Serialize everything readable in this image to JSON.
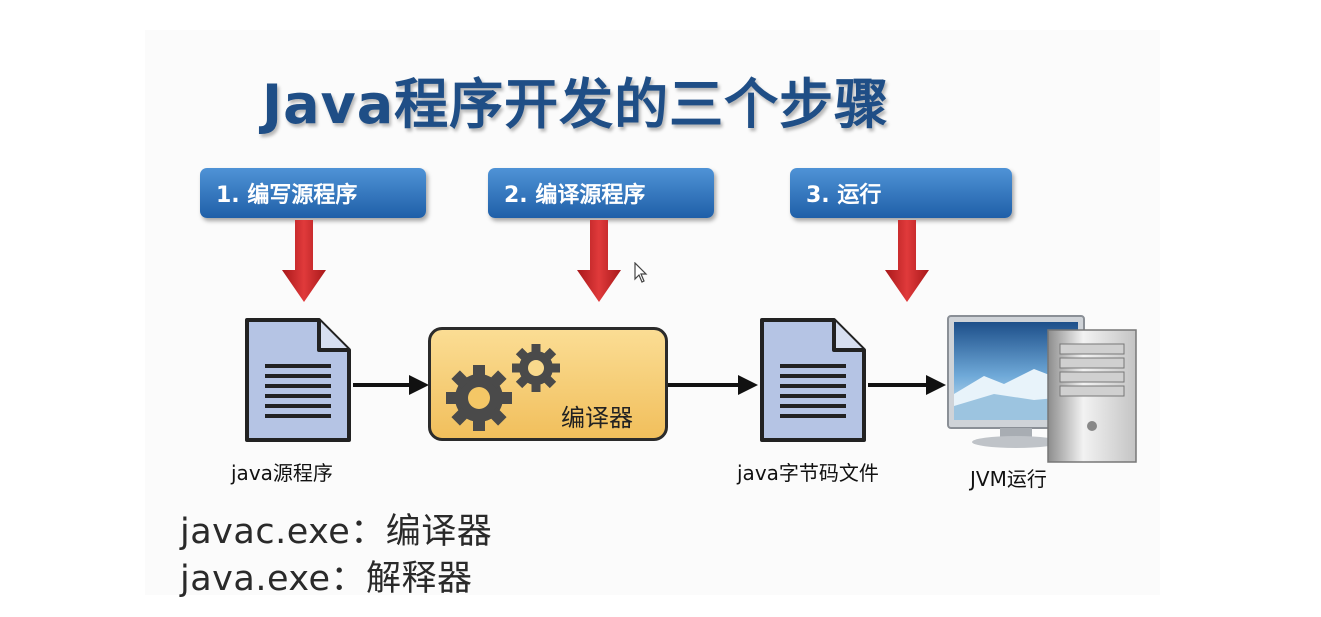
{
  "title": "Java程序开发的三个步骤",
  "steps": [
    {
      "label": "1. 编写源程序"
    },
    {
      "label": "2. 编译源程序"
    },
    {
      "label": "3. 运行"
    }
  ],
  "flow": {
    "source_label": "java源程序",
    "compiler_label": "编译器",
    "bytecode_label": "java字节码文件",
    "jvm_label": "JVM运行"
  },
  "notes": [
    "javac.exe：编译器",
    "java.exe：解释器"
  ],
  "colors": {
    "title": "#1f4e86",
    "step_box": "#2f75c4",
    "arrow_red": "#d4282a",
    "compiler_fill": "#f6cd72",
    "document_fill": "#b5c4e4"
  }
}
